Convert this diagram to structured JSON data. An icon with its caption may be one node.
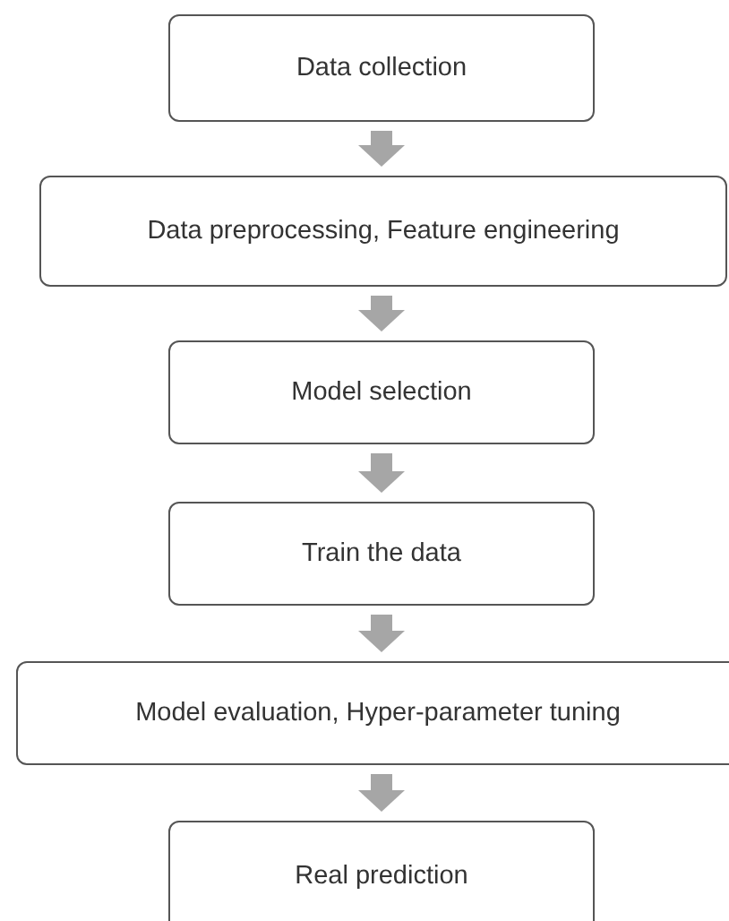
{
  "diagram": {
    "nodes": [
      {
        "text": [
          "Data collection"
        ]
      },
      {
        "text": [
          "Data preprocessing, Feature engineering"
        ]
      },
      {
        "text": [
          "Model selection"
        ]
      },
      {
        "text": [
          "Train the data"
        ]
      },
      {
        "text": [
          "Model evaluation, Hyper-parameter tuning"
        ]
      },
      {
        "text": [
          "Real prediction"
        ]
      }
    ],
    "edges": [
      {
        "from": 0,
        "to": 1,
        "arrow": "to"
      },
      {
        "from": 1,
        "to": 2,
        "arrow": "to"
      },
      {
        "from": 2,
        "to": 3,
        "arrow": "to"
      },
      {
        "from": 3,
        "to": 4,
        "arrow": "to"
      },
      {
        "from": 4,
        "to": 5,
        "arrow": "to"
      }
    ]
  }
}
